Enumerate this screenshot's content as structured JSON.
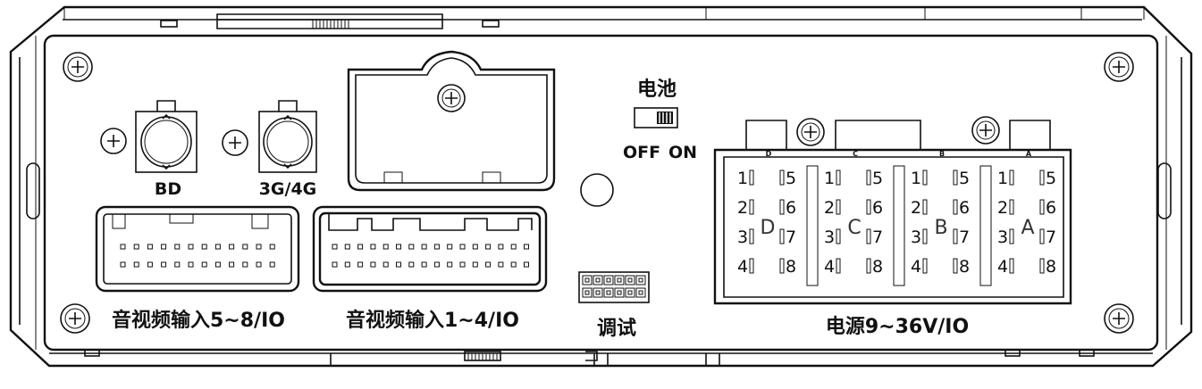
{
  "labels": {
    "bd": "BD",
    "g34": "3G/4G",
    "battery": "电池",
    "off": "OFF",
    "on": "ON",
    "av58": "音视频输入5~8/IO",
    "av14": "音视频输入1~4/IO",
    "debug": "调试",
    "power": "电源9~36V/IO"
  },
  "power_connector": {
    "blocks": [
      {
        "letter": "D",
        "top_label": "D"
      },
      {
        "letter": "C",
        "top_label": "C"
      },
      {
        "letter": "B",
        "top_label": "B"
      },
      {
        "letter": "A",
        "top_label": "A"
      }
    ],
    "left_pins": [
      "1",
      "2",
      "3",
      "4"
    ],
    "right_pins": [
      "5",
      "6",
      "7",
      "8"
    ]
  },
  "av58_connector": {
    "rows": 2,
    "pins_per_row": 12
  },
  "av14_connector": {
    "rows": 2,
    "pins_per_row": 16
  },
  "debug_header": {
    "rows": 2,
    "pins_per_row": 6
  }
}
